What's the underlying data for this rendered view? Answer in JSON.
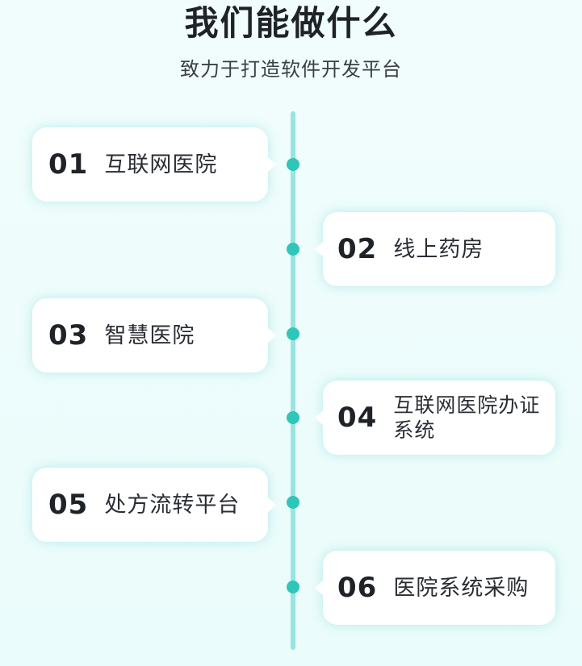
{
  "header": {
    "title": "我们能做什么",
    "subtitle": "致力于打造软件开发平台"
  },
  "timeline": {
    "items": [
      {
        "num": "01",
        "label": "互联网医院"
      },
      {
        "num": "02",
        "label": "线上药房"
      },
      {
        "num": "03",
        "label": "智慧医院"
      },
      {
        "num": "04",
        "label": "互联网医院办证系统"
      },
      {
        "num": "05",
        "label": "处方流转平台"
      },
      {
        "num": "06",
        "label": "医院系统采购"
      }
    ]
  },
  "colors": {
    "background": "#eefcfb",
    "line": "#97e4e1",
    "dot": "#2fc6b9",
    "card": "#ffffff",
    "text": "#1f2328"
  }
}
